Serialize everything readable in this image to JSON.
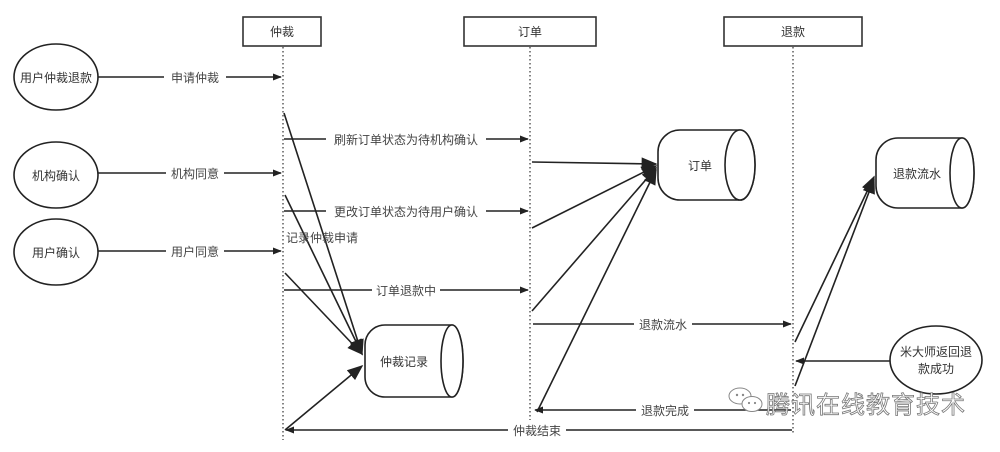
{
  "lifelines": [
    {
      "id": "arbitration",
      "label": "仲裁"
    },
    {
      "id": "order",
      "label": "订单"
    },
    {
      "id": "refund",
      "label": "退款"
    }
  ],
  "actors": [
    {
      "id": "user-apply",
      "label": "用户仲裁退款"
    },
    {
      "id": "org-confirm",
      "label": "机构确认"
    },
    {
      "id": "user-confirm",
      "label": "用户确认"
    },
    {
      "id": "mi-master",
      "label_lines": [
        "米大师返回退",
        "款成功"
      ]
    }
  ],
  "stores": [
    {
      "id": "order-store",
      "label": "订单"
    },
    {
      "id": "refund-flow-store",
      "label": "退款流水"
    },
    {
      "id": "arbitration-record-store",
      "label": "仲裁记录"
    }
  ],
  "messages": [
    {
      "id": "apply-arbitration",
      "label": "申请仲裁",
      "from": "user-apply",
      "to": "arbitration"
    },
    {
      "id": "org-agree",
      "label": "机构同意",
      "from": "org-confirm",
      "to": "arbitration"
    },
    {
      "id": "user-agree",
      "label": "用户同意",
      "from": "user-confirm",
      "to": "arbitration"
    },
    {
      "id": "refresh-order-status",
      "label": "刷新订单状态为待机构确认",
      "from": "arbitration",
      "to": "order"
    },
    {
      "id": "change-order-status",
      "label": "更改订单状态为待用户确认",
      "from": "arbitration",
      "to": "order"
    },
    {
      "id": "order-refunding",
      "label": "订单退款中",
      "from": "arbitration",
      "to": "order"
    },
    {
      "id": "refund-flow",
      "label": "退款流水",
      "from": "order",
      "to": "refund"
    },
    {
      "id": "refund-complete",
      "label": "退款完成",
      "from": "refund",
      "to": "order"
    },
    {
      "id": "arbitration-end",
      "label": "仲裁结束",
      "from": "refund",
      "to": "arbitration"
    }
  ],
  "notes": [
    {
      "id": "record-arbitration-apply",
      "label": "记录仲裁申请"
    }
  ],
  "watermark": {
    "text": "腾讯在线教育技术",
    "icon": "wechat-icon"
  }
}
